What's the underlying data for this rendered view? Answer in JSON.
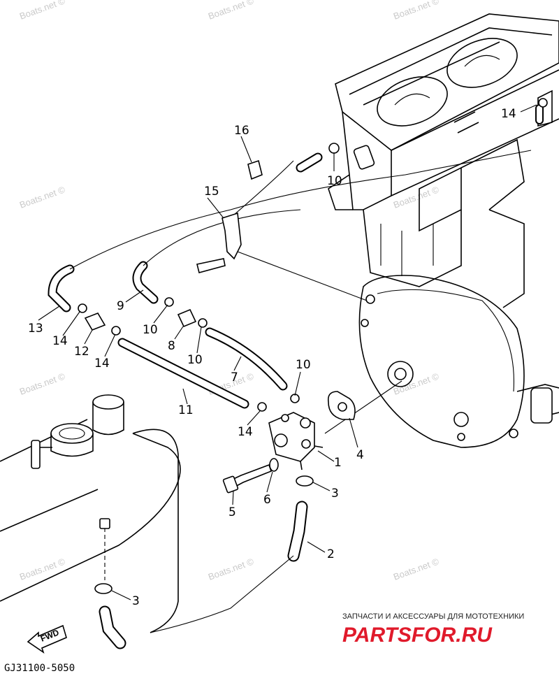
{
  "diagram": {
    "callouts": [
      {
        "id": "c1",
        "label": "1"
      },
      {
        "id": "c2",
        "label": "2"
      },
      {
        "id": "c3a",
        "label": "3"
      },
      {
        "id": "c3b",
        "label": "3"
      },
      {
        "id": "c4",
        "label": "4"
      },
      {
        "id": "c5",
        "label": "5"
      },
      {
        "id": "c6",
        "label": "6"
      },
      {
        "id": "c7",
        "label": "7"
      },
      {
        "id": "c8",
        "label": "8"
      },
      {
        "id": "c9",
        "label": "9"
      },
      {
        "id": "c10a",
        "label": "10"
      },
      {
        "id": "c10b",
        "label": "10"
      },
      {
        "id": "c10c",
        "label": "10"
      },
      {
        "id": "c10d",
        "label": "10"
      },
      {
        "id": "c11",
        "label": "11"
      },
      {
        "id": "c12",
        "label": "12"
      },
      {
        "id": "c13",
        "label": "13"
      },
      {
        "id": "c14a",
        "label": "14"
      },
      {
        "id": "c14b",
        "label": "14"
      },
      {
        "id": "c14c",
        "label": "14"
      },
      {
        "id": "c14d",
        "label": "14"
      },
      {
        "id": "c15",
        "label": "15"
      },
      {
        "id": "c16",
        "label": "16"
      }
    ],
    "fwd_label": "FWD",
    "diagram_code": "GJ31100-5050",
    "watermark": "Boats.net ©"
  },
  "branding": {
    "tagline": "ЗАПЧАСТИ И АКСЕССУАРЫ ДЛЯ МОТОТЕХНИКИ",
    "logo": "PARTSFOR.RU",
    "logo_color": "#e01a2b"
  }
}
